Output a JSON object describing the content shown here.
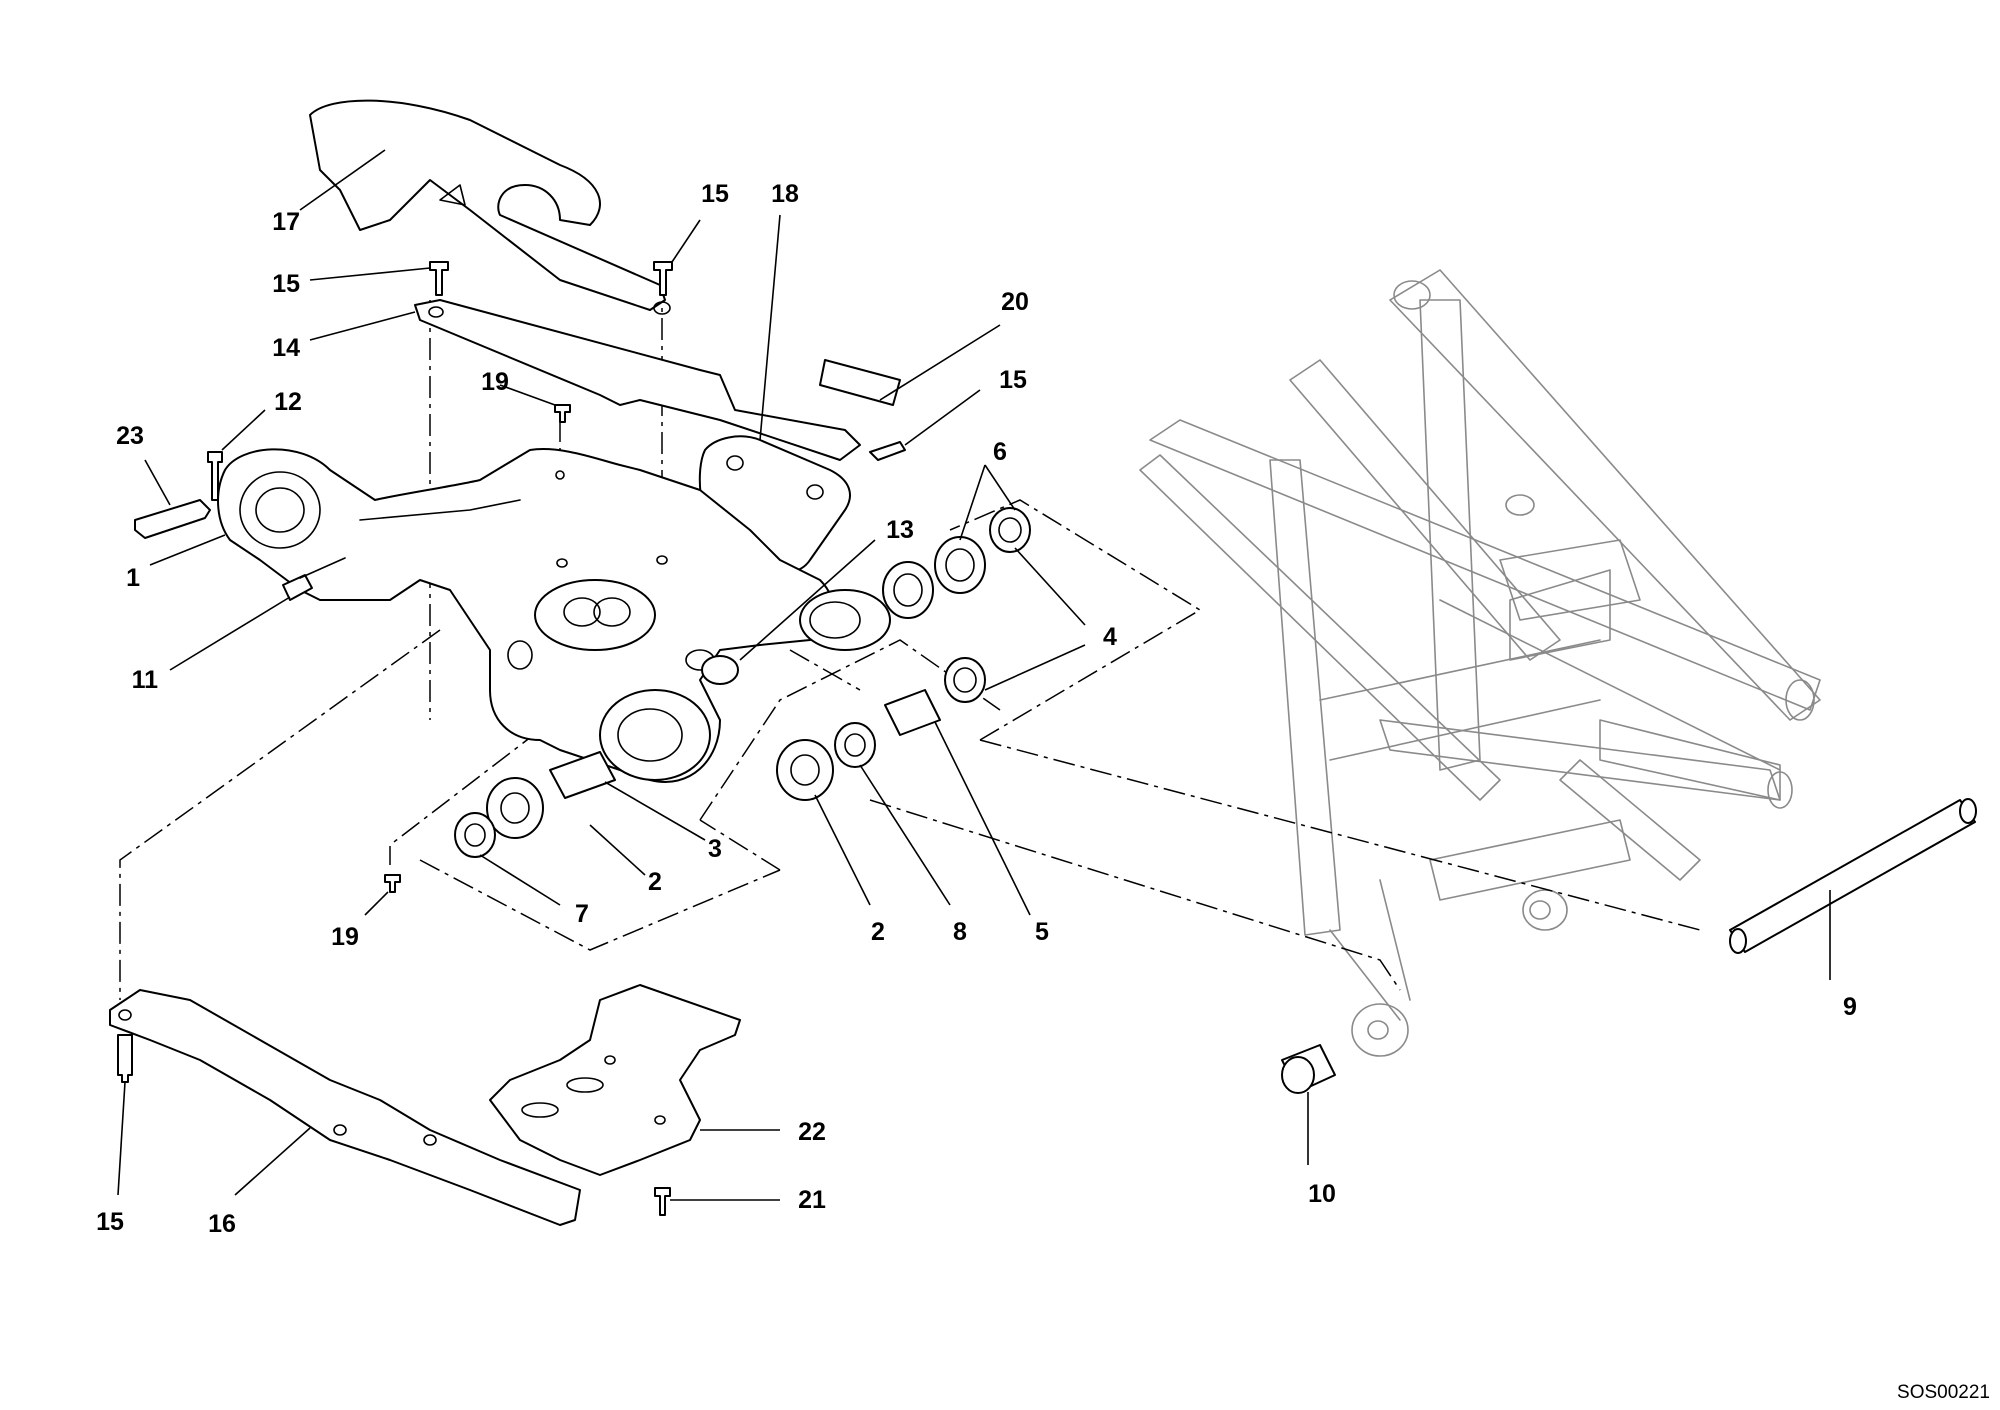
{
  "drawing_code": "SOS00221",
  "callouts": [
    {
      "id": "c1",
      "label": "1"
    },
    {
      "id": "c2a",
      "label": "2"
    },
    {
      "id": "c2b",
      "label": "2"
    },
    {
      "id": "c3",
      "label": "3"
    },
    {
      "id": "c4",
      "label": "4"
    },
    {
      "id": "c5",
      "label": "5"
    },
    {
      "id": "c6",
      "label": "6"
    },
    {
      "id": "c7",
      "label": "7"
    },
    {
      "id": "c8",
      "label": "8"
    },
    {
      "id": "c9",
      "label": "9"
    },
    {
      "id": "c10",
      "label": "10"
    },
    {
      "id": "c11",
      "label": "11"
    },
    {
      "id": "c12",
      "label": "12"
    },
    {
      "id": "c13",
      "label": "13"
    },
    {
      "id": "c14",
      "label": "14"
    },
    {
      "id": "c15a",
      "label": "15"
    },
    {
      "id": "c15b",
      "label": "15"
    },
    {
      "id": "c15c",
      "label": "15"
    },
    {
      "id": "c15d",
      "label": "15"
    },
    {
      "id": "c16",
      "label": "16"
    },
    {
      "id": "c17",
      "label": "17"
    },
    {
      "id": "c18",
      "label": "18"
    },
    {
      "id": "c19a",
      "label": "19"
    },
    {
      "id": "c19b",
      "label": "19"
    },
    {
      "id": "c20",
      "label": "20"
    },
    {
      "id": "c21",
      "label": "21"
    },
    {
      "id": "c22",
      "label": "22"
    },
    {
      "id": "c23",
      "label": "23"
    }
  ]
}
